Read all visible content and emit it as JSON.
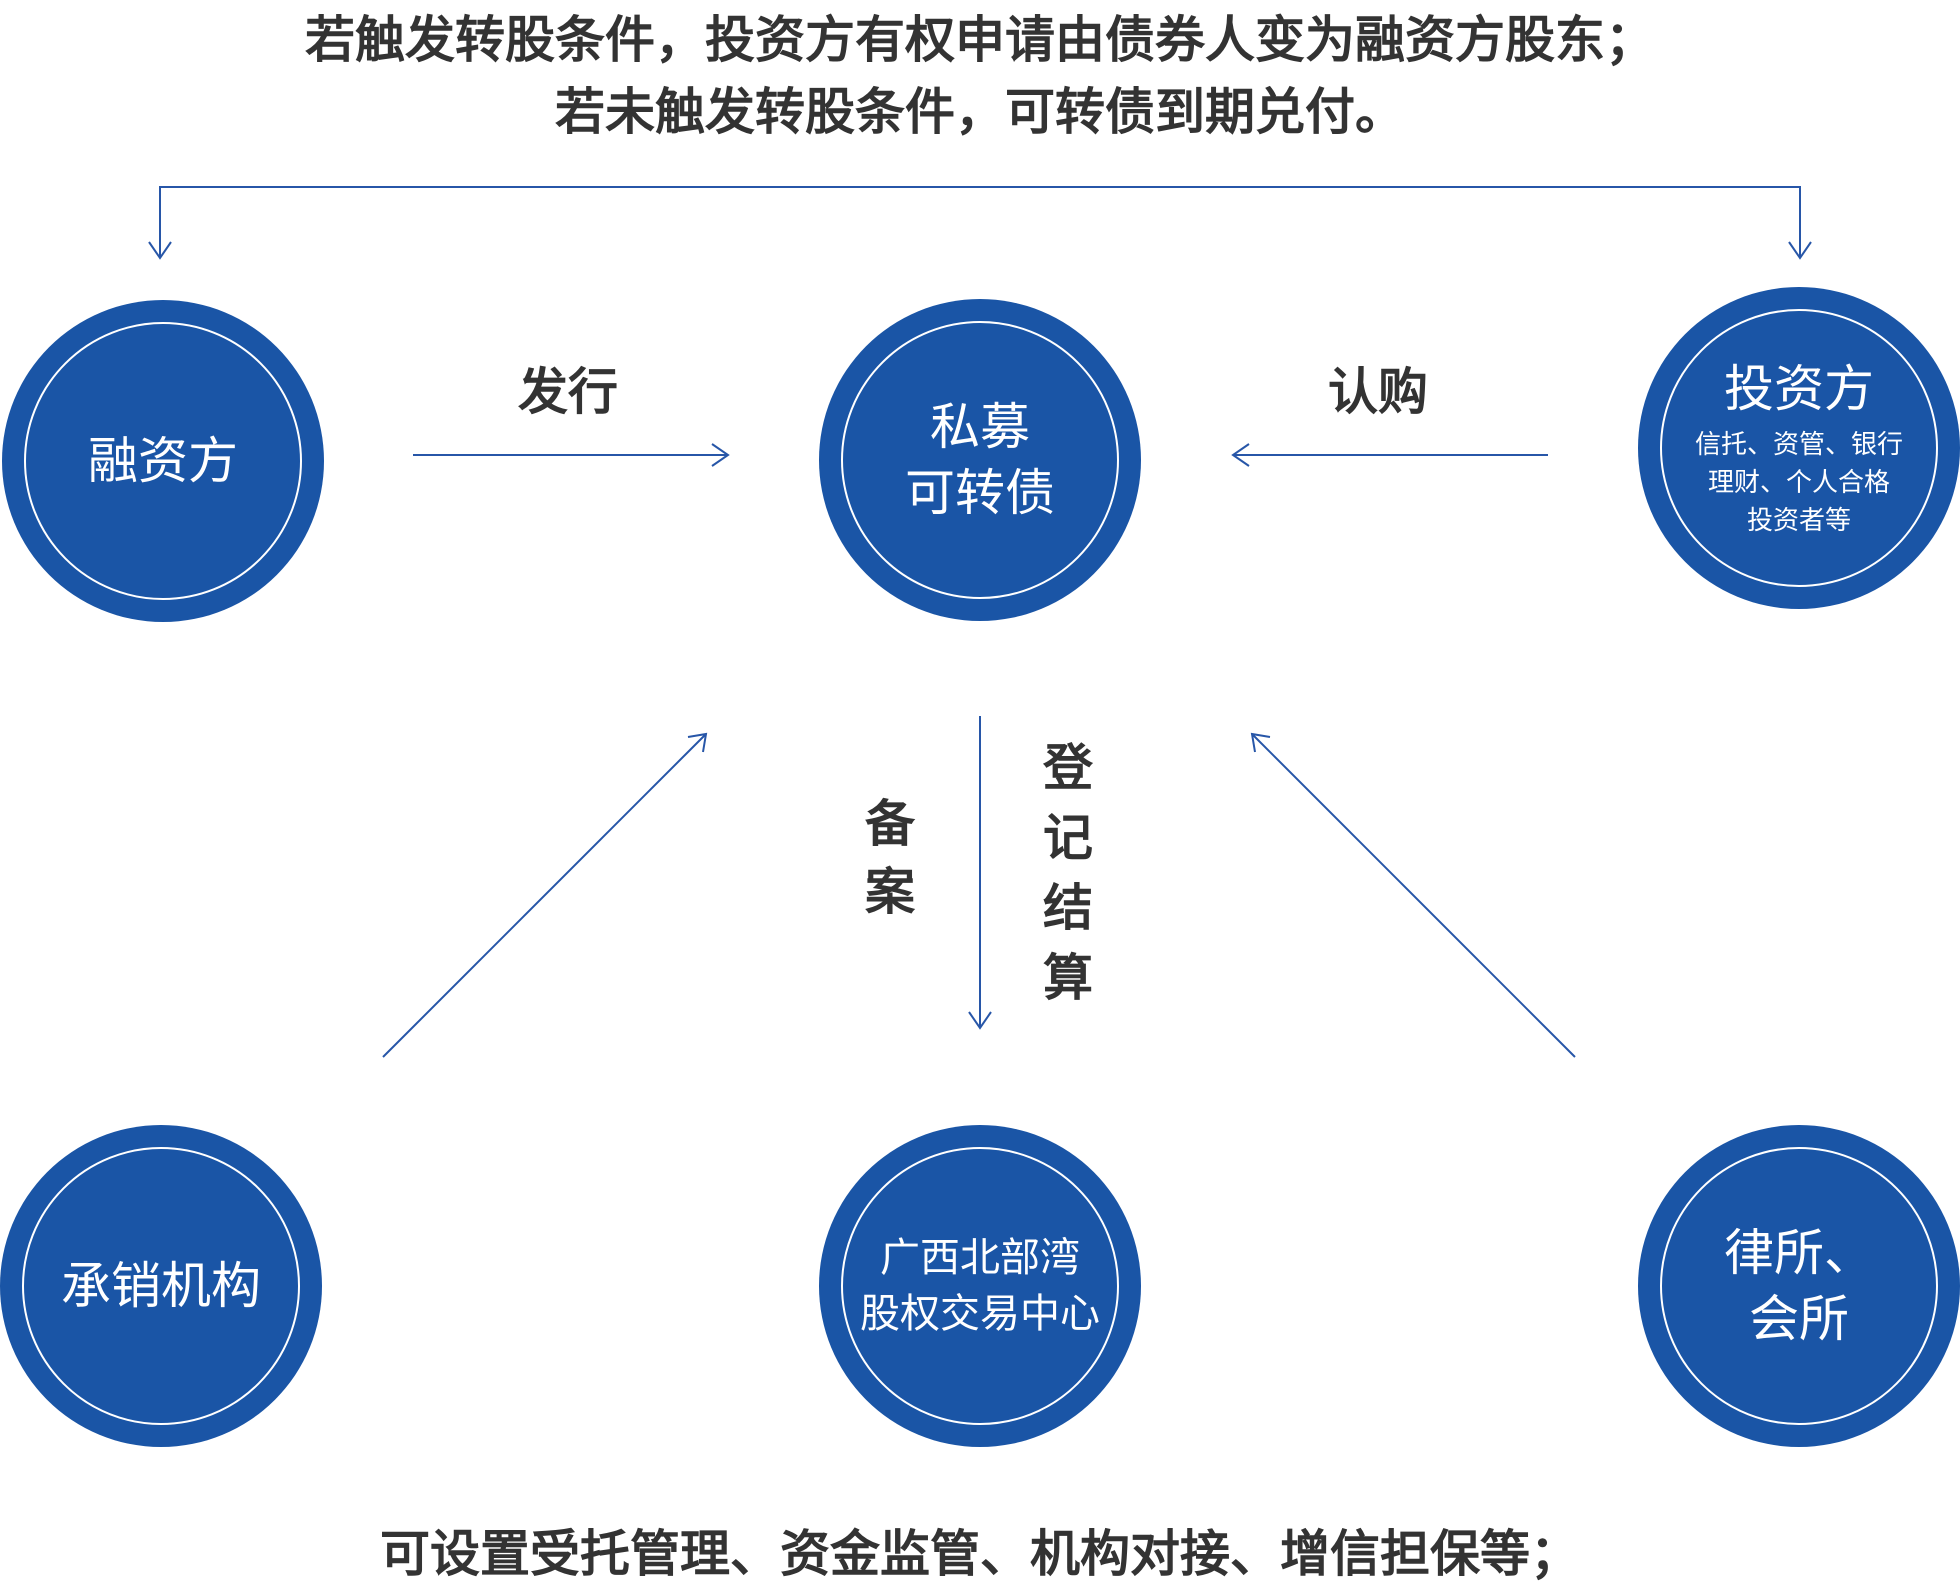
{
  "captions": {
    "top_line1": "若触发转股条件，投资方有权申请由债券人变为融资方股东；",
    "top_line2": "若未触发转股条件，可转债到期兑付。",
    "bottom": "可设置受托管理、资金监管、机构对接、增信担保等；"
  },
  "nodes": {
    "financier": {
      "label": "融资方"
    },
    "bond": {
      "line1": "私募",
      "line2": "可转债"
    },
    "investor": {
      "label": "投资方",
      "sub1": "信托、资管、银行",
      "sub2": "理财、个人合格",
      "sub3": "投资者等"
    },
    "underwriter": {
      "label": "承销机构"
    },
    "exchange": {
      "line1": "广西北部湾",
      "line2": "股权交易中心"
    },
    "firms": {
      "line1": "律所、",
      "line2": "会所"
    }
  },
  "edges": {
    "issue": "发行",
    "subscribe": "认购",
    "filing": "备案",
    "registration": "登记结算"
  },
  "colors": {
    "node_fill": "#1a55a6",
    "line": "#2756a8",
    "text": "#333333"
  }
}
